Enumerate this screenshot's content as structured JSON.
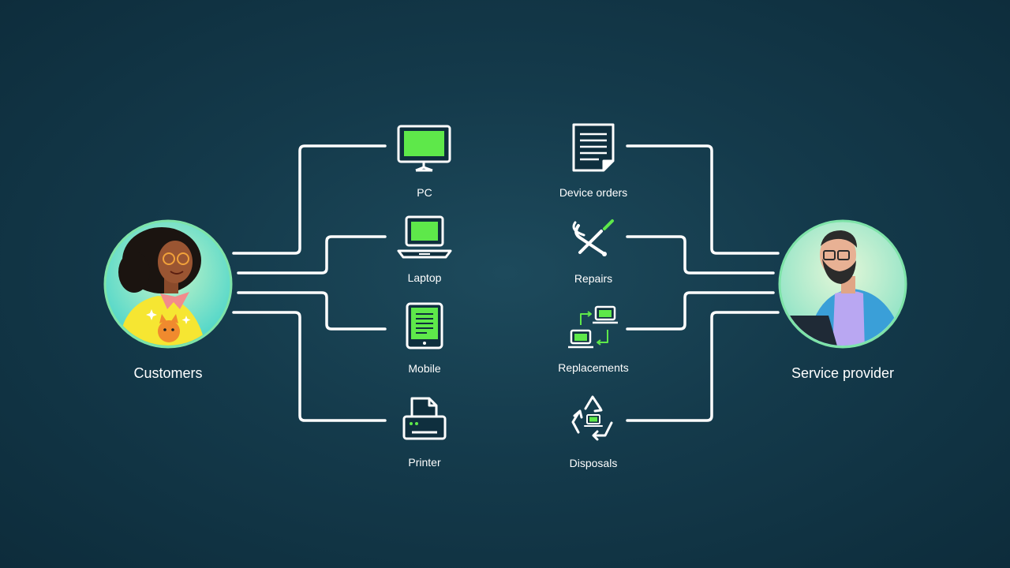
{
  "colors": {
    "background": "#143a4b",
    "line": "#ffffff",
    "accent_green": "#5ee84a",
    "avatar_ring": "#7ee3a8"
  },
  "actors": {
    "customers": {
      "label": "Customers",
      "icon": "woman-avatar"
    },
    "provider": {
      "label": "Service provider",
      "icon": "man-with-laptop-avatar"
    }
  },
  "devices": [
    {
      "label": "PC",
      "icon": "monitor-icon"
    },
    {
      "label": "Laptop",
      "icon": "laptop-icon"
    },
    {
      "label": "Mobile",
      "icon": "tablet-icon"
    },
    {
      "label": "Printer",
      "icon": "printer-icon"
    }
  ],
  "services": [
    {
      "label": "Device orders",
      "icon": "document-icon"
    },
    {
      "label": "Repairs",
      "icon": "wrench-screwdriver-icon"
    },
    {
      "label": "Replacements",
      "icon": "swap-laptops-icon"
    },
    {
      "label": "Disposals",
      "icon": "recycle-icon"
    }
  ]
}
